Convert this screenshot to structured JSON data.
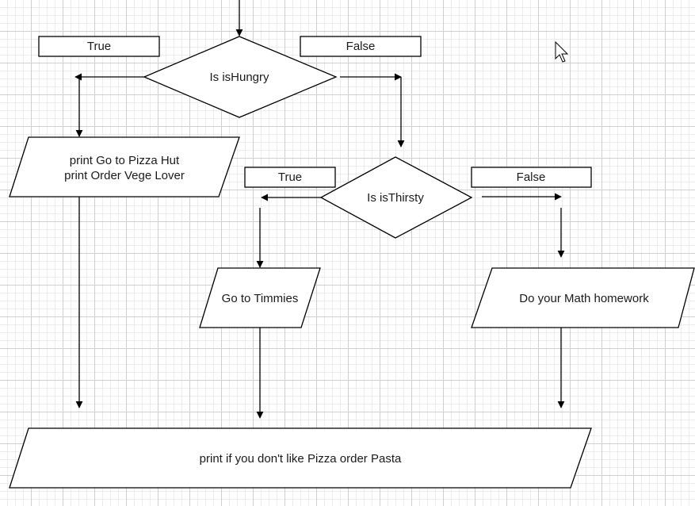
{
  "diagram": {
    "decision_hungry": {
      "label": "Is isHungry"
    },
    "label_true_1": "True",
    "label_false_1": "False",
    "box_pizza": {
      "line1": "print  Go to Pizza Hut",
      "line2": "print Order Vege Lover"
    },
    "decision_thirsty": {
      "label": "Is isThirsty"
    },
    "label_true_2": "True",
    "label_false_2": "False",
    "box_timmies": {
      "label": "Go to Timmies"
    },
    "box_math": {
      "label": "Do your Math homework"
    },
    "box_pasta": {
      "label": "print if you don't like Pizza order Pasta"
    }
  }
}
